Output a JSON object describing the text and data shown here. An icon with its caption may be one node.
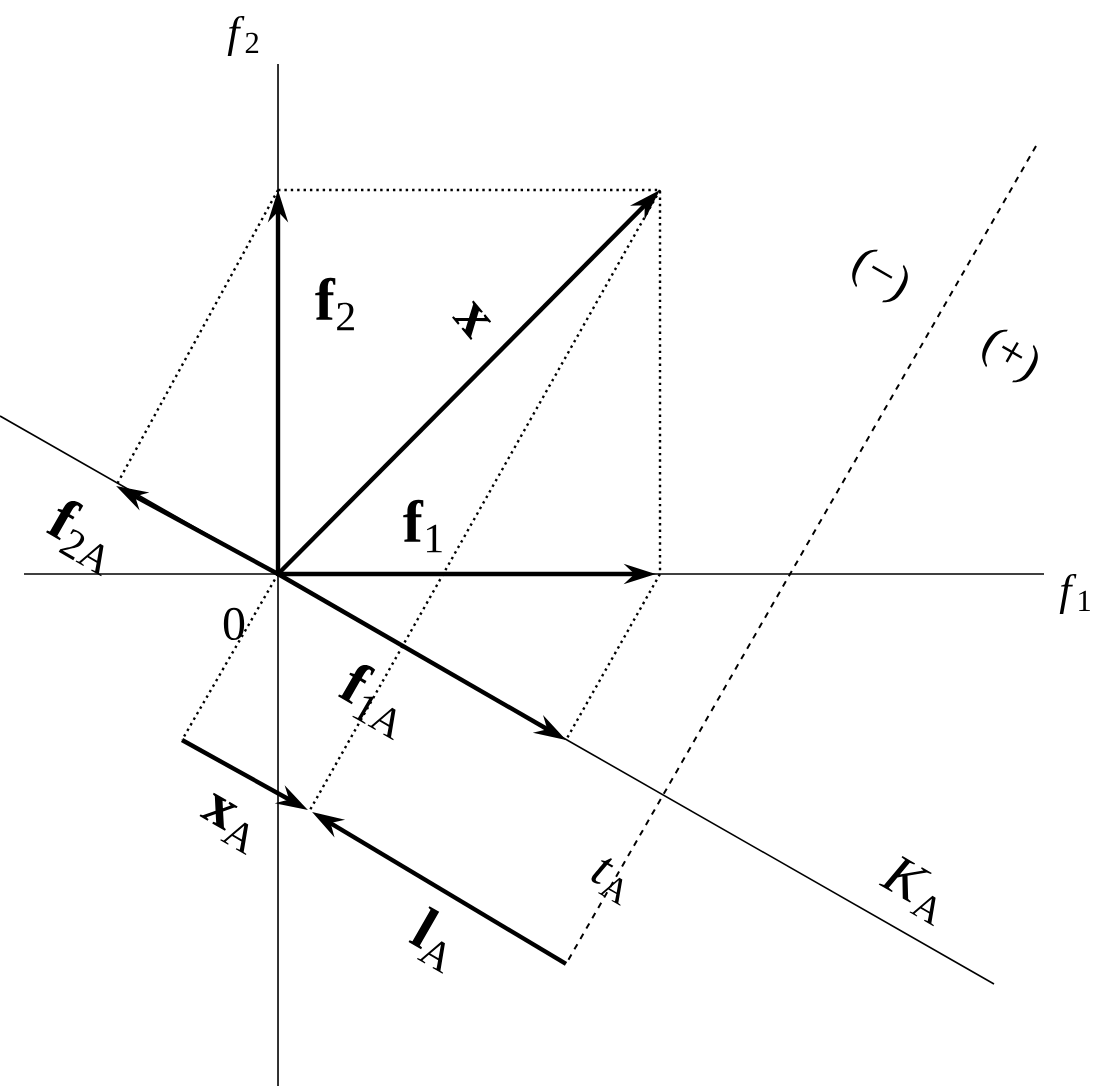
{
  "diagram": {
    "labels": [
      "*f*$_{2}$",
      "**f**$_{2}$",
      "x",
      "(−)",
      "(+)",
      "**f**$_{1}$",
      "**f**$_{2A}$",
      "*f*$_{1}$",
      "0",
      "**f**$_{1A}$",
      "**x**$_{A}$",
      "*t*$_{A}$",
      "**l**$_{A}$",
      "*K*$_{A}$"
    ]
  }
}
